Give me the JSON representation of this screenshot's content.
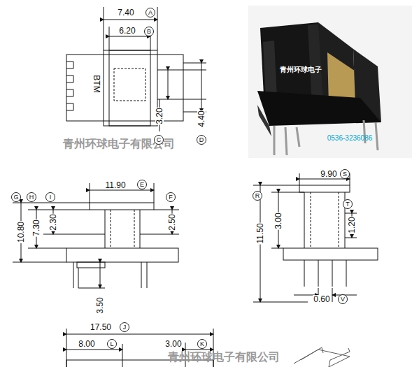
{
  "diagram": {
    "nodes": [
      {
        "text": [
          "A"
        ]
      },
      {
        "text": [
          "B"
        ]
      },
      {
        "text": [
          "C"
        ]
      },
      {
        "text": [
          "D"
        ]
      },
      {
        "text": [
          "E"
        ]
      },
      {
        "text": [
          "G"
        ]
      },
      {
        "text": [
          "H"
        ]
      },
      {
        "text": [
          "I"
        ]
      },
      {
        "text": [
          "F"
        ]
      },
      {
        "text": [
          "S"
        ]
      },
      {
        "text": [
          "R"
        ]
      },
      {
        "text": [
          "T"
        ]
      },
      {
        "text": [
          "V"
        ]
      },
      {
        "text": [
          "J"
        ]
      },
      {
        "text": [
          "L"
        ]
      },
      {
        "text": [
          "K"
        ]
      }
    ],
    "labels": [
      "7.40",
      "6.20",
      "BTM",
      "3.20",
      "4.40",
      "青州环球电子有限公司",
      "青州环球电子",
      "0536-3236086",
      "11.90",
      "10.80",
      "7.30",
      "2.30",
      "2.50",
      "3.50",
      "9.90",
      "11.50",
      "3.00",
      "1.20",
      "0.60",
      "17.50",
      "8.00",
      "3.00",
      "青州环球电子有限公司"
    ]
  }
}
